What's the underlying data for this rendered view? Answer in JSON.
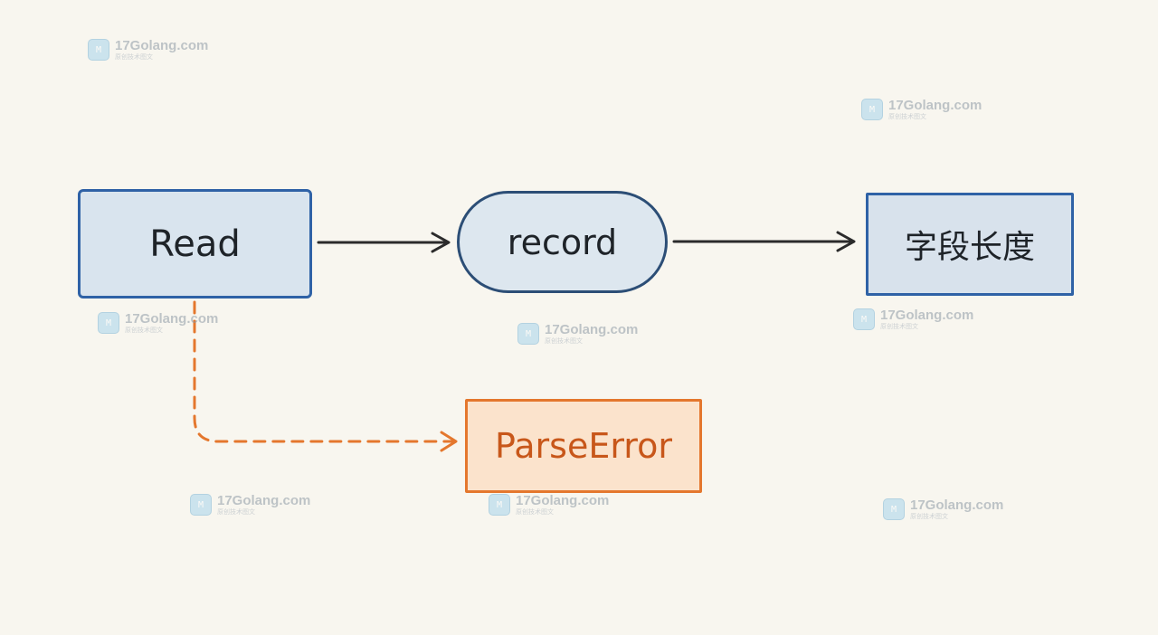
{
  "nodes": {
    "read": "Read",
    "record": "record",
    "field_length": "字段长度",
    "parse_error": "ParseError"
  },
  "watermark": {
    "site": "17Golang.com",
    "tagline": "原创技术图文"
  },
  "colors": {
    "background": "#f8f6ef",
    "blue_border": "#2f62a6",
    "blue_fill": "#d9e4ee",
    "orange_border": "#e4772d",
    "orange_fill": "#fbe3cc",
    "arrow": "#2b2b2b",
    "error_arrow": "#e4772d"
  }
}
